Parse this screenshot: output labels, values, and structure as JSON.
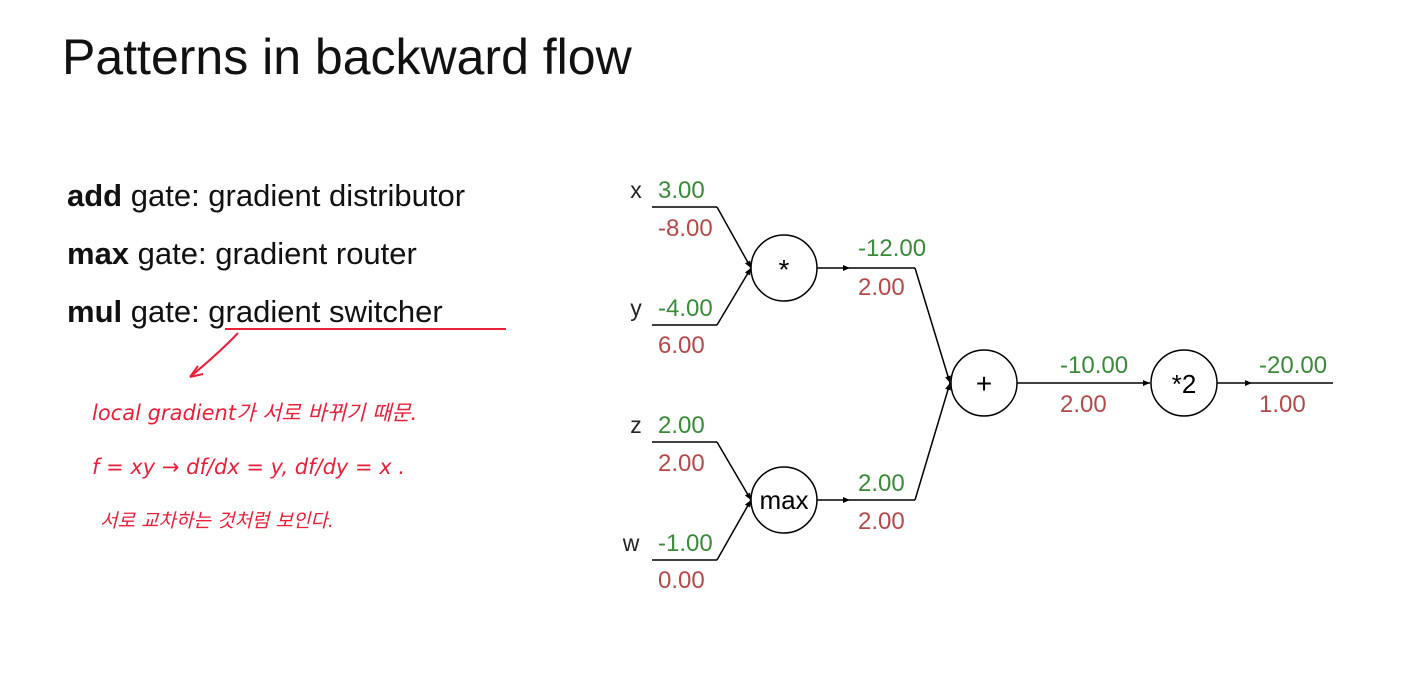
{
  "title": "Patterns in backward flow",
  "bullets": [
    {
      "term": "add",
      "rest": "gate: gradient distributor"
    },
    {
      "term": "max",
      "rest": "gate: gradient router"
    },
    {
      "term": "mul",
      "rest": "gate: gradient switcher"
    }
  ],
  "handwritten_note": {
    "line1": "local gradient가 서로 바뀌기 때문.",
    "line2": "f = xy → df/dx = y, df/dy = x .",
    "line3": "서로 교차하는 것처럼 보인다."
  },
  "colors": {
    "forward_value": "#3a8a3a",
    "gradient_value": "#b24a4a",
    "annotation": "#e8203a",
    "edge": "#000000"
  },
  "graph": {
    "inputs": [
      {
        "name": "x",
        "forward": "3.00",
        "grad": "-8.00"
      },
      {
        "name": "y",
        "forward": "-4.00",
        "grad": "6.00"
      },
      {
        "name": "z",
        "forward": "2.00",
        "grad": "2.00"
      },
      {
        "name": "w",
        "forward": "-1.00",
        "grad": "0.00"
      }
    ],
    "gates": [
      {
        "id": "mul",
        "label": "*"
      },
      {
        "id": "max",
        "label": "max"
      },
      {
        "id": "add",
        "label": "+"
      },
      {
        "id": "scale",
        "label": "*2"
      }
    ],
    "intermediate": [
      {
        "from": "mul",
        "forward": "-12.00",
        "grad": "2.00"
      },
      {
        "from": "max",
        "forward": "2.00",
        "grad": "2.00"
      },
      {
        "from": "add",
        "forward": "-10.00",
        "grad": "2.00"
      },
      {
        "from": "scale",
        "forward": "-20.00",
        "grad": "1.00"
      }
    ]
  }
}
